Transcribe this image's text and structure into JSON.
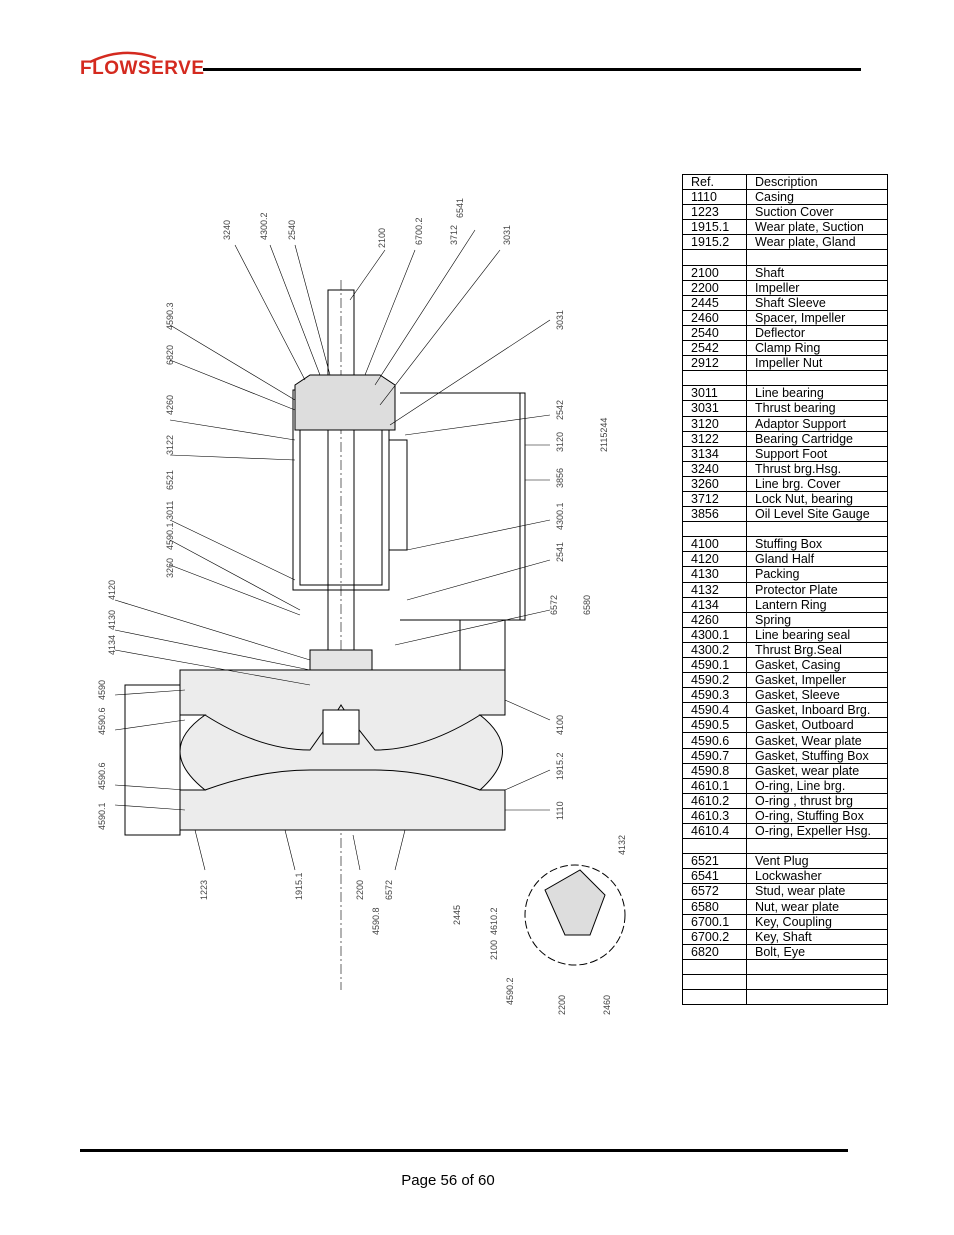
{
  "header": {
    "logo_text": "FLOWSERVE"
  },
  "footer": {
    "page_label": "Page 56 of 60"
  },
  "drawing": {
    "drawing_number": "2115244",
    "callouts": [
      "3240",
      "4300.2",
      "2540",
      "2100",
      "6700.2",
      "3712",
      "6541",
      "3031",
      "4590.3",
      "6820",
      "4260",
      "3122",
      "6521",
      "3011",
      "4590.1",
      "3260",
      "4120",
      "4130",
      "4134",
      "4590",
      "4590.6",
      "4590.6",
      "4590.1",
      "1223",
      "1915.1",
      "2200",
      "6572",
      "4590.8",
      "3031",
      "2542",
      "3120",
      "3856",
      "4300.1",
      "2541",
      "6572",
      "6580",
      "4100",
      "1915.2",
      "1110",
      "4132",
      "2445",
      "4610.2",
      "2100",
      "4590.2",
      "2200",
      "2460"
    ]
  },
  "parts_table": {
    "header": {
      "ref": "Ref.",
      "description": "Description"
    },
    "rows": [
      {
        "ref": "1110",
        "description": "Casing"
      },
      {
        "ref": "1223",
        "description": "Suction Cover"
      },
      {
        "ref": "1915.1",
        "description": "Wear plate, Suction"
      },
      {
        "ref": "1915.2",
        "description": "Wear plate, Gland"
      },
      {
        "ref": "",
        "description": ""
      },
      {
        "ref": "2100",
        "description": "Shaft"
      },
      {
        "ref": "2200",
        "description": "Impeller"
      },
      {
        "ref": "2445",
        "description": "Shaft Sleeve"
      },
      {
        "ref": "2460",
        "description": "Spacer, Impeller"
      },
      {
        "ref": "2540",
        "description": "Deflector"
      },
      {
        "ref": "2542",
        "description": "Clamp Ring"
      },
      {
        "ref": "2912",
        "description": "Impeller Nut"
      },
      {
        "ref": "",
        "description": ""
      },
      {
        "ref": "3011",
        "description": "Line bearing"
      },
      {
        "ref": "3031",
        "description": "Thrust bearing"
      },
      {
        "ref": "3120",
        "description": "Adaptor Support"
      },
      {
        "ref": "3122",
        "description": "Bearing Cartridge"
      },
      {
        "ref": "3134",
        "description": "Support Foot"
      },
      {
        "ref": "3240",
        "description": "Thrust brg.Hsg."
      },
      {
        "ref": "3260",
        "description": "Line brg. Cover"
      },
      {
        "ref": "3712",
        "description": "Lock Nut, bearing"
      },
      {
        "ref": "3856",
        "description": "Oil Level Site Gauge"
      },
      {
        "ref": "",
        "description": ""
      },
      {
        "ref": "4100",
        "description": "Stuffing Box"
      },
      {
        "ref": "4120",
        "description": "Gland Half"
      },
      {
        "ref": "4130",
        "description": "Packing"
      },
      {
        "ref": "4132",
        "description": "Protector Plate"
      },
      {
        "ref": "4134",
        "description": "Lantern Ring"
      },
      {
        "ref": "4260",
        "description": "Spring"
      },
      {
        "ref": "4300.1",
        "description": "Line bearing seal"
      },
      {
        "ref": "4300.2",
        "description": "Thrust Brg.Seal"
      },
      {
        "ref": "4590.1",
        "description": "Gasket, Casing"
      },
      {
        "ref": "4590.2",
        "description": "Gasket, Impeller"
      },
      {
        "ref": "4590.3",
        "description": "Gasket, Sleeve"
      },
      {
        "ref": "4590.4",
        "description": "Gasket, Inboard Brg."
      },
      {
        "ref": "4590.5",
        "description": "Gasket, Outboard"
      },
      {
        "ref": "4590.6",
        "description": "Gasket, Wear plate"
      },
      {
        "ref": "4590.7",
        "description": "Gasket, Stuffing Box"
      },
      {
        "ref": "4590.8",
        "description": "Gasket, wear plate"
      },
      {
        "ref": "4610.1",
        "description": "O-ring, Line brg."
      },
      {
        "ref": "4610.2",
        "description": "O-ring , thrust brg"
      },
      {
        "ref": "4610.3",
        "description": "O-ring, Stuffing Box"
      },
      {
        "ref": "4610.4",
        "description": "O-ring, Expeller Hsg."
      },
      {
        "ref": "",
        "description": ""
      },
      {
        "ref": "6521",
        "description": "Vent Plug"
      },
      {
        "ref": "6541",
        "description": "Lockwasher"
      },
      {
        "ref": "6572",
        "description": "Stud, wear plate"
      },
      {
        "ref": "6580",
        "description": "Nut, wear plate"
      },
      {
        "ref": "6700.1",
        "description": "Key, Coupling"
      },
      {
        "ref": "6700.2",
        "description": "Key, Shaft"
      },
      {
        "ref": "6820",
        "description": "Bolt, Eye"
      },
      {
        "ref": "",
        "description": ""
      },
      {
        "ref": "",
        "description": ""
      },
      {
        "ref": "",
        "description": ""
      }
    ]
  }
}
